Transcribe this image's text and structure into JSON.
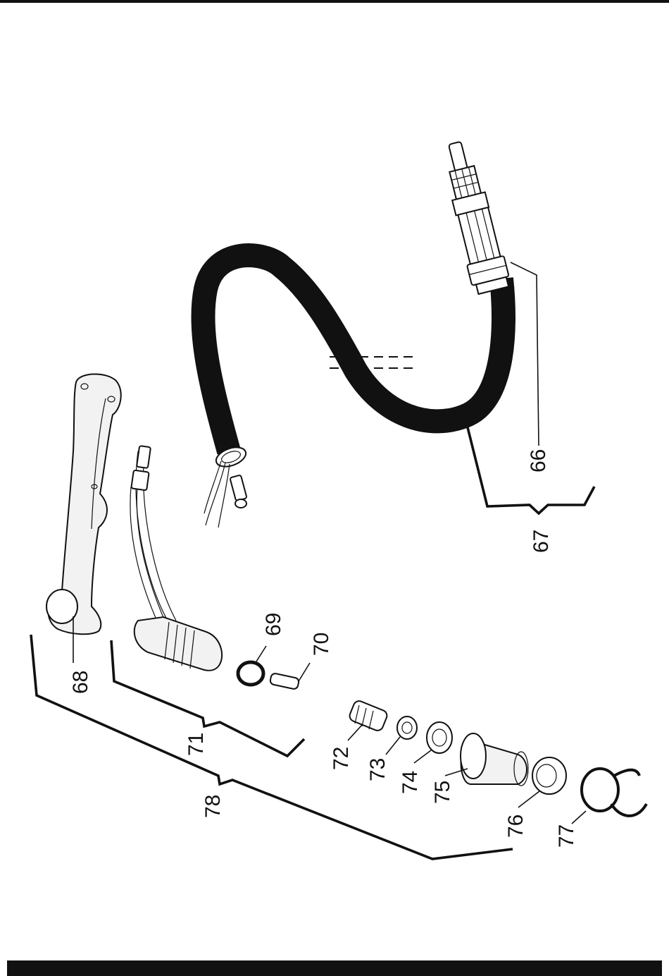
{
  "callouts": {
    "c66": "66",
    "c67": "67",
    "c68": "68",
    "c69": "69",
    "c70": "70",
    "c71": "71",
    "c72": "72",
    "c73": "73",
    "c74": "74",
    "c75": "75",
    "c76": "76",
    "c77": "77",
    "c78": "78"
  },
  "colors": {
    "ink": "#111111",
    "paper": "#ffffff"
  }
}
